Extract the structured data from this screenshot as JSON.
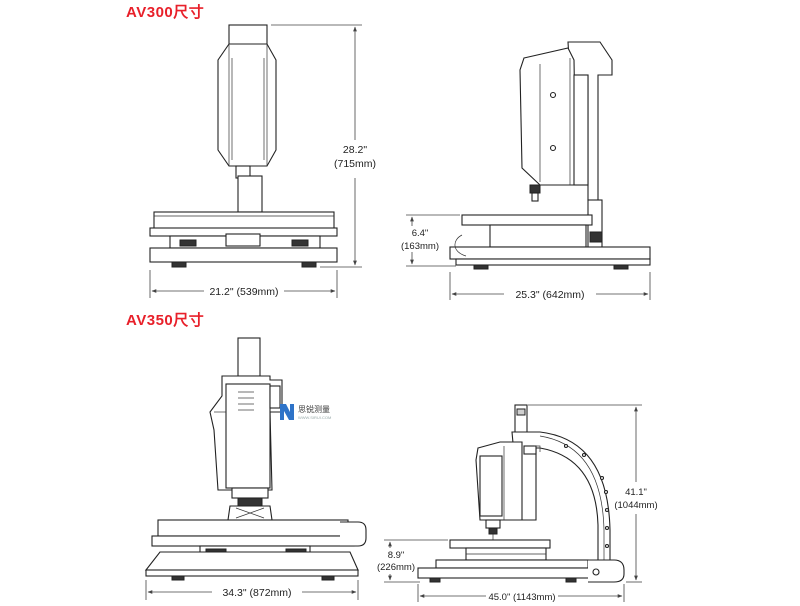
{
  "sections": [
    {
      "title": "AV300尺寸",
      "front_width": "21.2\" (539mm)",
      "front_height": "28.2\"",
      "front_height_mm": "(715mm)",
      "side_depth": "25.3\" (642mm)",
      "side_height": "6.4\"",
      "side_height_mm": "(163mm)"
    },
    {
      "title": "AV350尺寸",
      "front_width": "34.3\" (872mm)",
      "side_depth": "45.0\" (1143mm)",
      "side_height": "8.9\"",
      "side_height_mm": "(226mm)",
      "side_total_height": "41.1\"",
      "side_total_height_mm": "(1044mm)"
    }
  ],
  "watermark": {
    "text": "思锐测量",
    "sub": "WWW.SIRUI.COM"
  },
  "colors": {
    "title": "#e8202a",
    "line": "#222222",
    "watermark_logo": "#2e73c8"
  }
}
